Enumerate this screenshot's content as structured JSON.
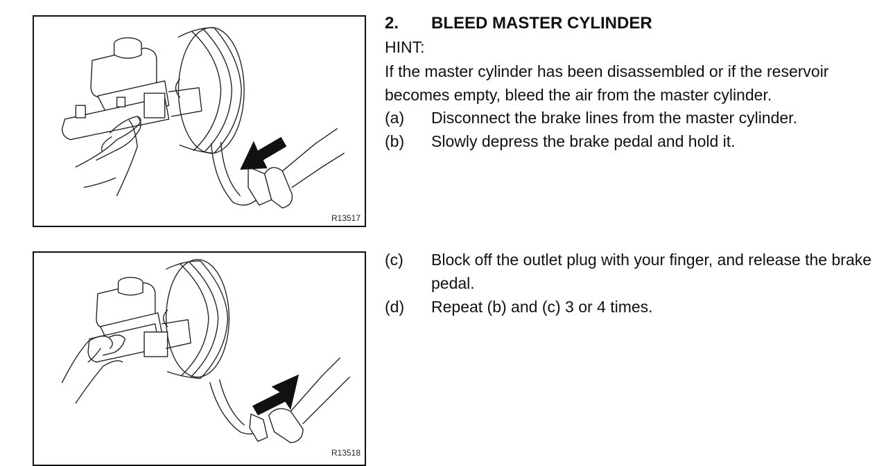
{
  "section": {
    "number": "2.",
    "title": "BLEED MASTER CYLINDER",
    "hint_label": "HINT:",
    "hint_text": "If the master cylinder has been disassembled or if the reservoir becomes empty, bleed the air from the master cylinder."
  },
  "steps": [
    {
      "label": "(a)",
      "text": "Disconnect the brake lines from the master cylinder."
    },
    {
      "label": "(b)",
      "text": "Slowly depress the brake pedal and hold it."
    },
    {
      "label": "(c)",
      "text": "Block off the outlet plug with your finger, and release the brake pedal."
    },
    {
      "label": "(d)",
      "text": "Repeat (b) and (c) 3 or 4 times."
    }
  ],
  "figures": [
    {
      "code": "R13517",
      "arrow": "depress-pedal"
    },
    {
      "code": "R13518",
      "arrow": "release-pedal"
    }
  ]
}
